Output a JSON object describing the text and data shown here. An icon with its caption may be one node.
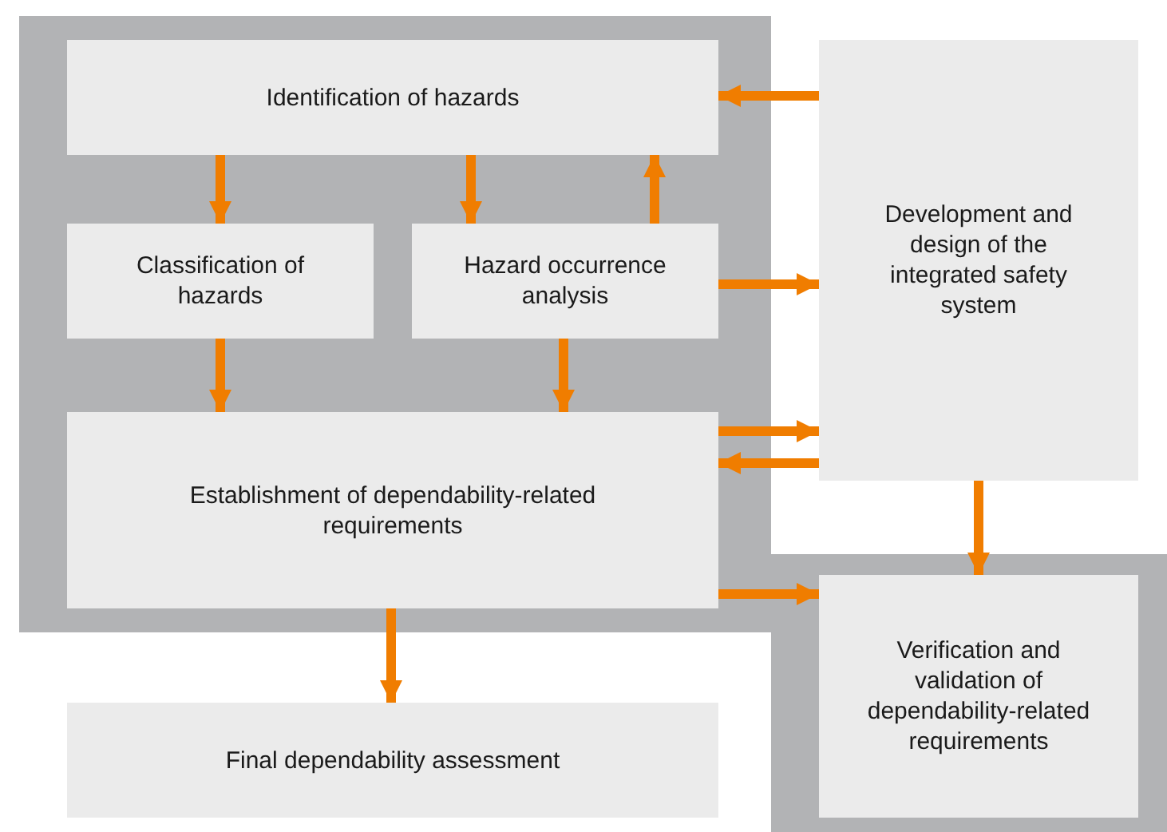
{
  "diagram": {
    "nodes": [
      {
        "text": [],
        "shape": "box"
      },
      {
        "text": [
          "Identification of hazards"
        ],
        "in": 0
      },
      {
        "text": [
          "Classification of hazards"
        ],
        "in": 0
      },
      {
        "text": [
          "Hazard occurrence analysis"
        ],
        "in": 0
      },
      {
        "text": [
          "Establishment of dependability-related requirements"
        ],
        "in": 0
      },
      {
        "text": [
          "Development and design of the integrated safety system"
        ]
      },
      {
        "text": [],
        "shape": "box"
      },
      {
        "text": [
          "Verification and validation of dependability-related requirements"
        ],
        "in": 6
      },
      {
        "text": [
          "Final dependability assessment"
        ]
      }
    ],
    "edges": [
      {
        "from": 5,
        "to": 1,
        "arrow": "to"
      },
      {
        "from": 1,
        "to": 2,
        "arrow": "to"
      },
      {
        "from": 1,
        "to": 3,
        "arrow": "to"
      },
      {
        "from": 3,
        "to": 1,
        "arrow": "to"
      },
      {
        "from": 3,
        "to": 5,
        "arrow": "to"
      },
      {
        "from": 2,
        "to": 4,
        "arrow": "to"
      },
      {
        "from": 3,
        "to": 4,
        "arrow": "to"
      },
      {
        "from": 4,
        "to": 5,
        "arrow": "to"
      },
      {
        "from": 5,
        "to": 4,
        "arrow": "to"
      },
      {
        "from": 5,
        "to": 7,
        "arrow": "to"
      },
      {
        "from": 4,
        "to": 7,
        "arrow": "to"
      },
      {
        "from": 4,
        "to": 8,
        "arrow": "to"
      }
    ]
  }
}
